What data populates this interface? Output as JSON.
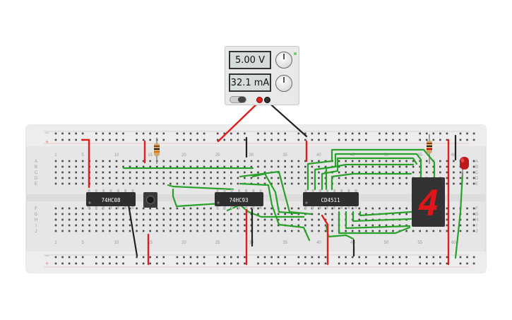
{
  "power_supply": {
    "voltage_display": "5.00 V",
    "current_display": "32.1 mA"
  },
  "breadboard": {
    "column_numbers_top": [
      "1",
      "5",
      "10",
      "15",
      "20",
      "25",
      "30",
      "35",
      "40",
      "45",
      "50",
      "55",
      "60"
    ],
    "column_numbers_bottom": [
      "1",
      "5",
      "10",
      "15",
      "20",
      "25",
      "30",
      "35",
      "40",
      "45",
      "50",
      "55",
      "60"
    ],
    "row_letters_top": [
      "A",
      "B",
      "C",
      "D",
      "E"
    ],
    "row_letters_bottom": [
      "F",
      "G",
      "H",
      "I",
      "J"
    ]
  },
  "chips": [
    {
      "label": "74HC08"
    },
    {
      "label": "74HC93"
    },
    {
      "label": "CD4511"
    }
  ],
  "seven_segment": {
    "digit": "4",
    "color": "#e0161b"
  },
  "colors": {
    "wire_green": "#2aa12a",
    "wire_red": "#e01e1e",
    "wire_black": "#222222",
    "board": "#e8e8e8",
    "chip": "#2f2f2f"
  }
}
